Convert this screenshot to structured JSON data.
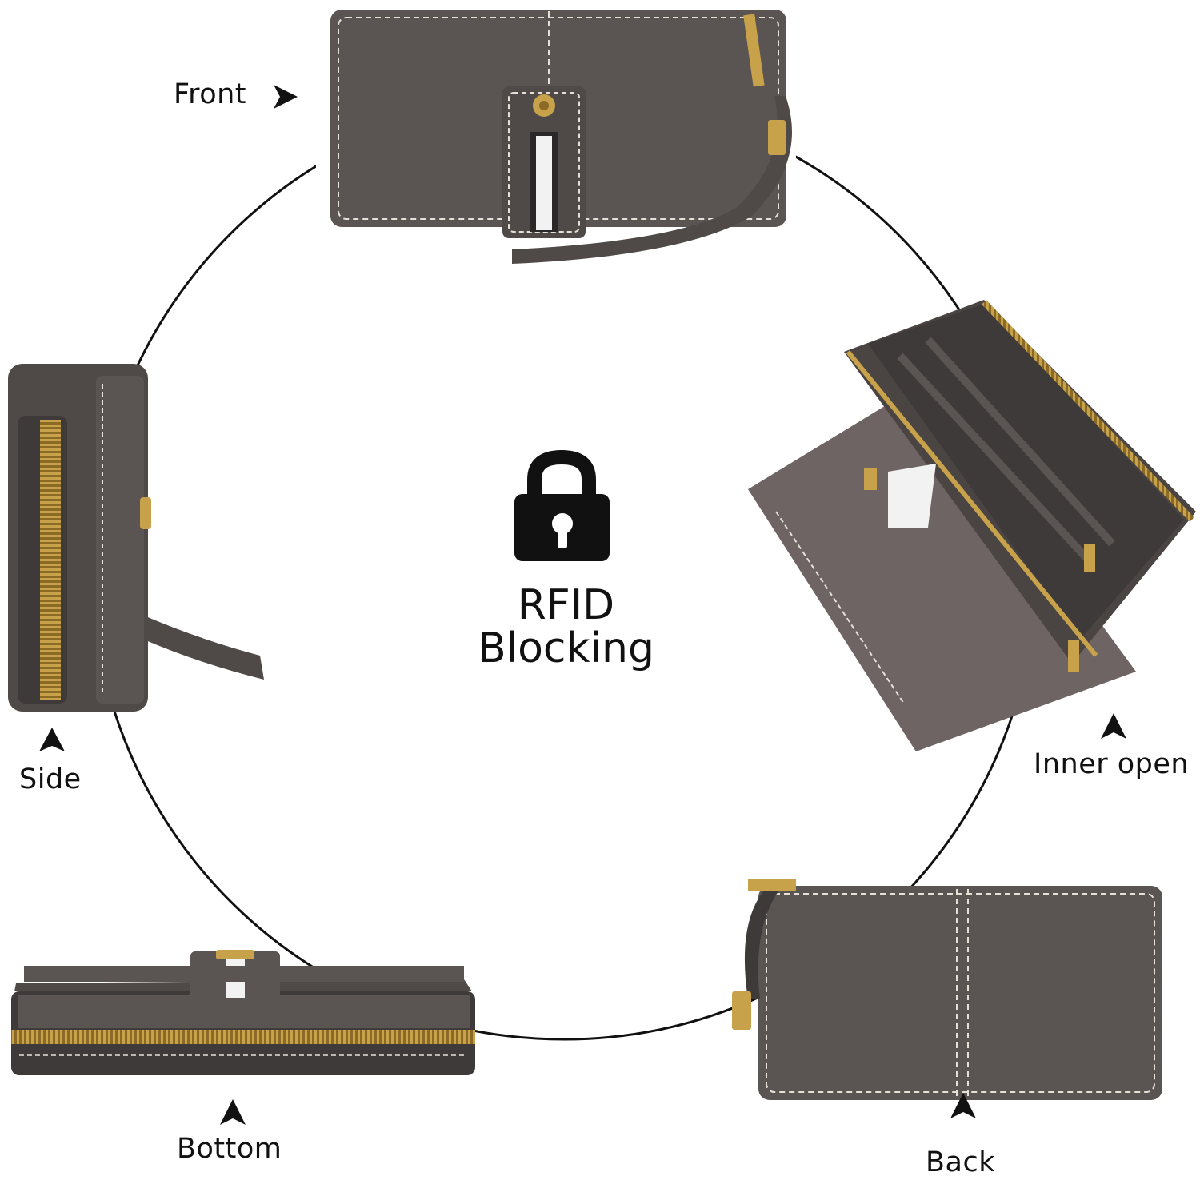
{
  "center": {
    "line1": "RFID",
    "line2": "Blocking",
    "icon": "lock-icon"
  },
  "views": {
    "front": "Front",
    "side": "Side",
    "inner_open": "Inner open",
    "bottom": "Bottom",
    "back": "Back"
  },
  "colors": {
    "leather": "#5a5452",
    "leather_dark": "#3d3a39",
    "stitch": "#e6e0d6",
    "zipper_gold": "#c8a24a",
    "interior": "#6e6463",
    "stripe_white": "#f2f2f2",
    "stripe_dark": "#2a2829"
  },
  "icons": {
    "arrow_right": "arrow-right-icon",
    "arrow_up": "arrow-up-icon",
    "flower_clasp": "flower-clasp-icon",
    "zipper_pull": "zipper-pull-icon"
  }
}
